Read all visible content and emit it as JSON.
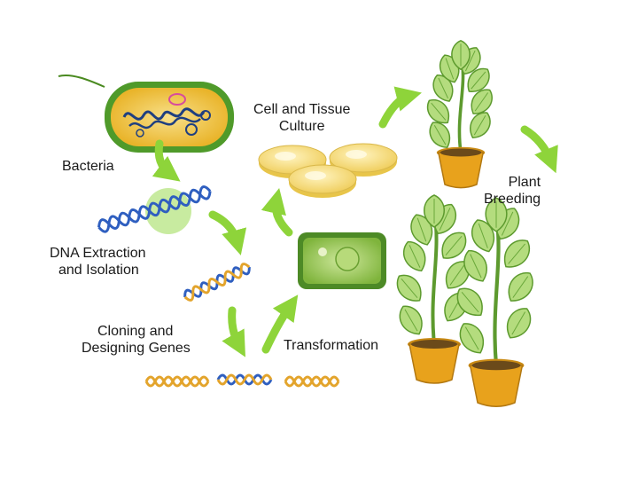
{
  "steps": {
    "bacteria": {
      "label": "Bacteria"
    },
    "dna_extraction": {
      "line1": "DNA Extraction",
      "line2": "and Isolation"
    },
    "cloning": {
      "line1": "Cloning and",
      "line2": "Designing Genes"
    },
    "transformation": {
      "label": "Transformation"
    },
    "cell_culture": {
      "line1": "Cell and Tissue",
      "line2": "Culture"
    },
    "plant_breeding": {
      "line1": "Plant",
      "line2": "Breeding"
    }
  },
  "colors": {
    "arrow_green": "#8ed43a",
    "dna_blue": "#2f5fc0",
    "dna_orange": "#e3a42c",
    "cell_yellow": "#f0c840",
    "leaf_green": "#a6d36a",
    "pot_orange": "#e8a21c",
    "dish_yellow": "#f7e288",
    "plant_cell_green": "#8cc04a"
  }
}
